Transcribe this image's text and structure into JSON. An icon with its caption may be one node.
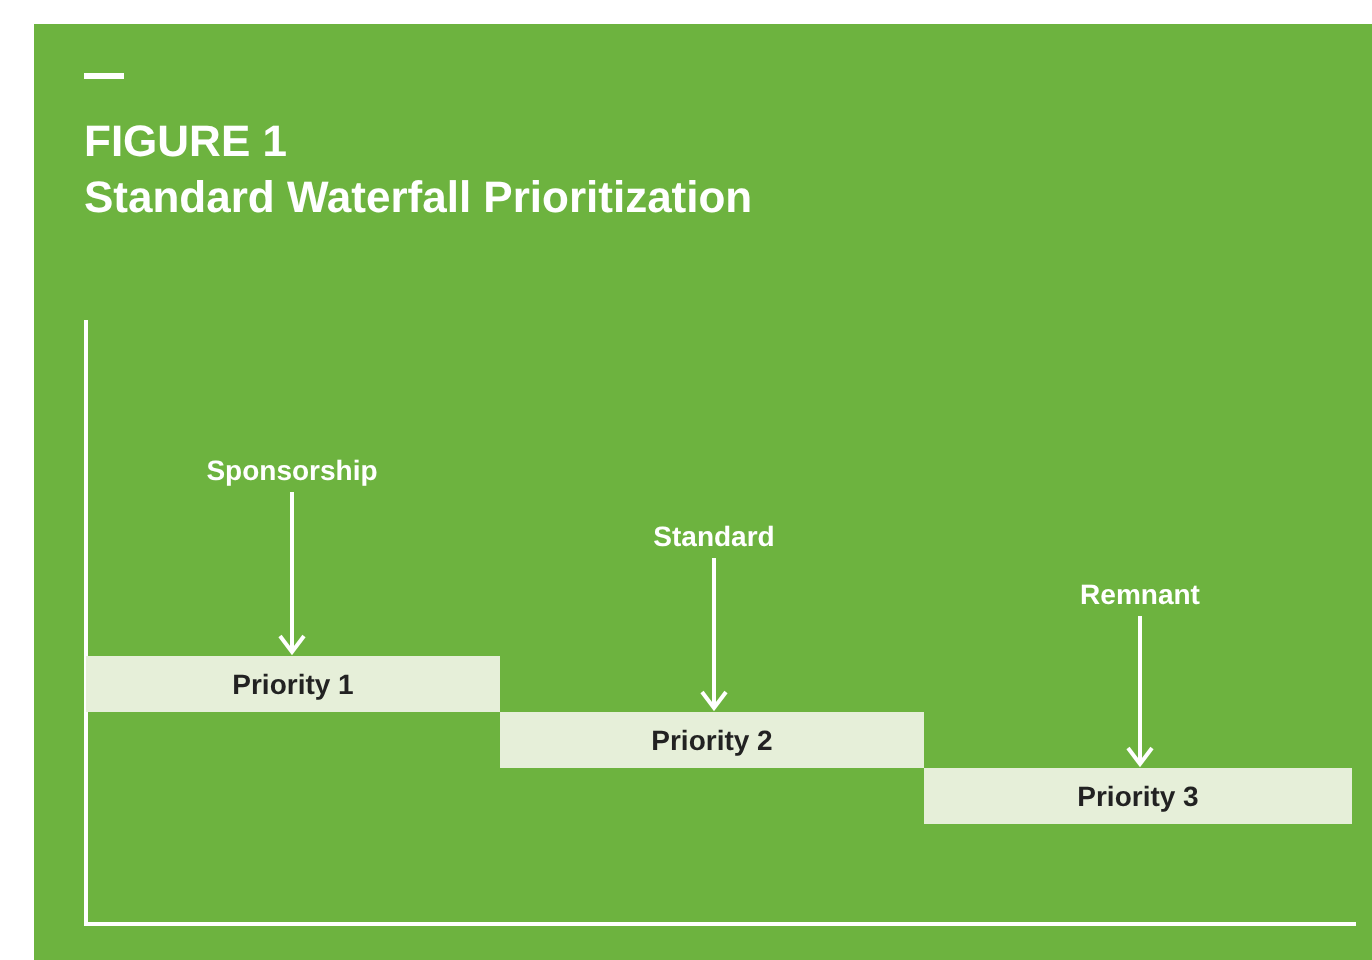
{
  "diagram": {
    "title": "Standard Waterfall Prioritization",
    "nodes": [
      {
        "text": [
          "Sponsorship"
        ]
      },
      {
        "text": [
          "Priority 1"
        ]
      },
      {
        "text": [
          "Standard"
        ]
      },
      {
        "text": [
          "Priority 2"
        ]
      },
      {
        "text": [
          "Remnant"
        ]
      },
      {
        "text": [
          "Priority 3"
        ]
      }
    ],
    "edges": [
      {
        "from": 0,
        "to": 1,
        "arrow": "to"
      },
      {
        "from": 2,
        "to": 3,
        "arrow": "to"
      },
      {
        "from": 4,
        "to": 5,
        "arrow": "to"
      }
    ],
    "labels": [
      "FIGURE 1"
    ]
  }
}
